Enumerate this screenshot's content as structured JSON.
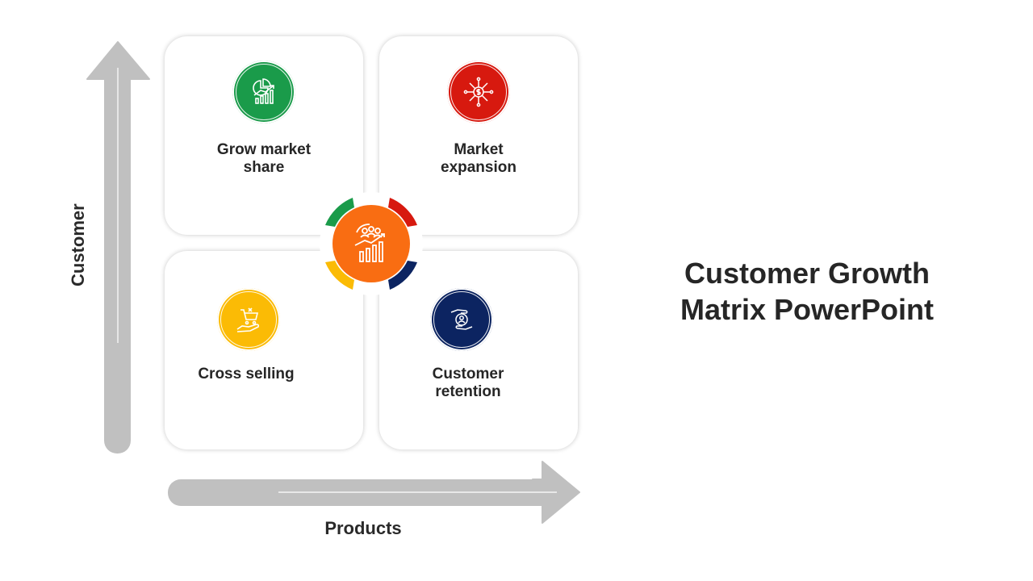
{
  "title_line1": "Customer Growth",
  "title_line2": "Matrix PowerPoint",
  "axes": {
    "y_label": "Customer",
    "x_label": "Products",
    "arrow_color": "#c0c0c0"
  },
  "quadrants": [
    {
      "label": "Grow market\nshare",
      "icon": "pie-chart-growth-icon",
      "color": "#1a9b4a"
    },
    {
      "label": "Market\nexpansion",
      "icon": "dollar-network-icon",
      "color": "#d7190f"
    },
    {
      "label": "Cross selling",
      "icon": "shopping-cart-hand-icon",
      "color": "#fbbb05"
    },
    {
      "label": "Customer\nretention",
      "icon": "hands-user-icon",
      "color": "#0c2461"
    }
  ],
  "center": {
    "icon": "team-growth-chart-icon",
    "color": "#f96d12"
  }
}
